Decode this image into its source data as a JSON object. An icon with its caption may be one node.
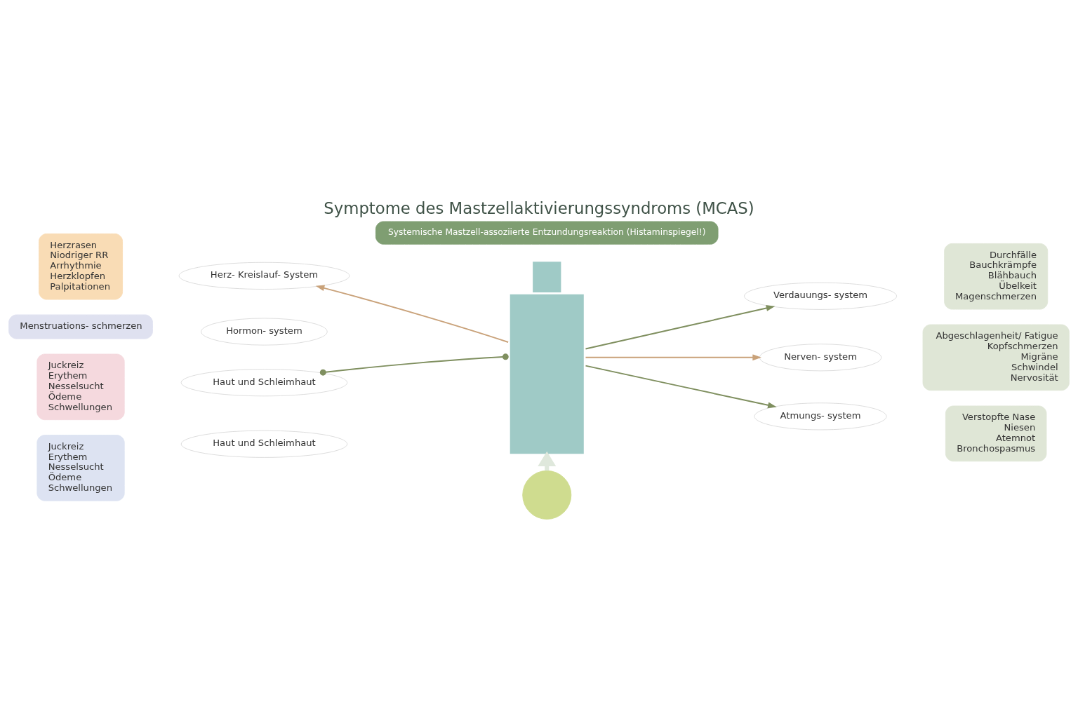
{
  "diagram": {
    "title": "Symptome des Mastzellaktivierungssyndroms (MCAS)",
    "nodes": [
      {
        "text": [
          "Herzrasen",
          "Niodriger RR",
          "Arrhythmie",
          "Herzklopfen",
          "Palpitationen"
        ]
      },
      {
        "text": [
          "Herz- Kreislauf- System"
        ]
      },
      {
        "text": [
          "Menstruations- schmerzen"
        ]
      },
      {
        "text": [
          "Hormon- system"
        ]
      },
      {
        "text": [
          "Juckreiz",
          "Erythem",
          "Nesselsucht",
          "Ödeme",
          "Schwellungen"
        ]
      },
      {
        "text": [
          "Haut und Schleimhaut"
        ]
      },
      {
        "text": [
          "Juckreiz",
          "Erythem",
          "Nesselsucht",
          "Ödeme",
          "Schwellungen"
        ]
      },
      {
        "text": [
          "Haut und Schleimhaut"
        ]
      },
      {
        "text": [
          "Durchfälle",
          "Bauchkrämpfe",
          "Blähbauch",
          "Übelkeit",
          "Magenschmerzen"
        ]
      },
      {
        "text": [
          "Verdauungs- system"
        ]
      },
      {
        "text": [
          "Abgeschlagenheit/ Fatigue",
          "Kopfschmerzen",
          "Migräne",
          "Schwindel",
          "Nervosität"
        ]
      },
      {
        "text": [
          "Nerven- system"
        ]
      },
      {
        "text": [
          "Verstopfte Nase",
          "Niesen",
          "Atemnot",
          "Bronchospasmus"
        ]
      },
      {
        "text": [
          "Atmungs- system"
        ]
      },
      {
        "text": [],
        "shape": "person"
      },
      {
        "text": [],
        "shape": "circle"
      },
      {
        "text": [
          "Systemische Mastzell-assoziierte Entzundungsreaktion (Histaminspiegel!)"
        ]
      }
    ],
    "edges": [
      {
        "from": 14,
        "to": 1,
        "arrow": "to",
        "color": "#c9a27a"
      },
      {
        "from": 14,
        "to": 9,
        "arrow": "to"
      },
      {
        "from": 14,
        "to": 11,
        "arrow": "to",
        "color": "#c9a27a"
      },
      {
        "from": 14,
        "to": 5,
        "arrow": "other"
      },
      {
        "from": 14,
        "to": 13,
        "arrow": "to"
      },
      {
        "from": 15,
        "to": 14,
        "arrow": "to",
        "style": "thick",
        "color": "#dfe8dc"
      }
    ]
  }
}
